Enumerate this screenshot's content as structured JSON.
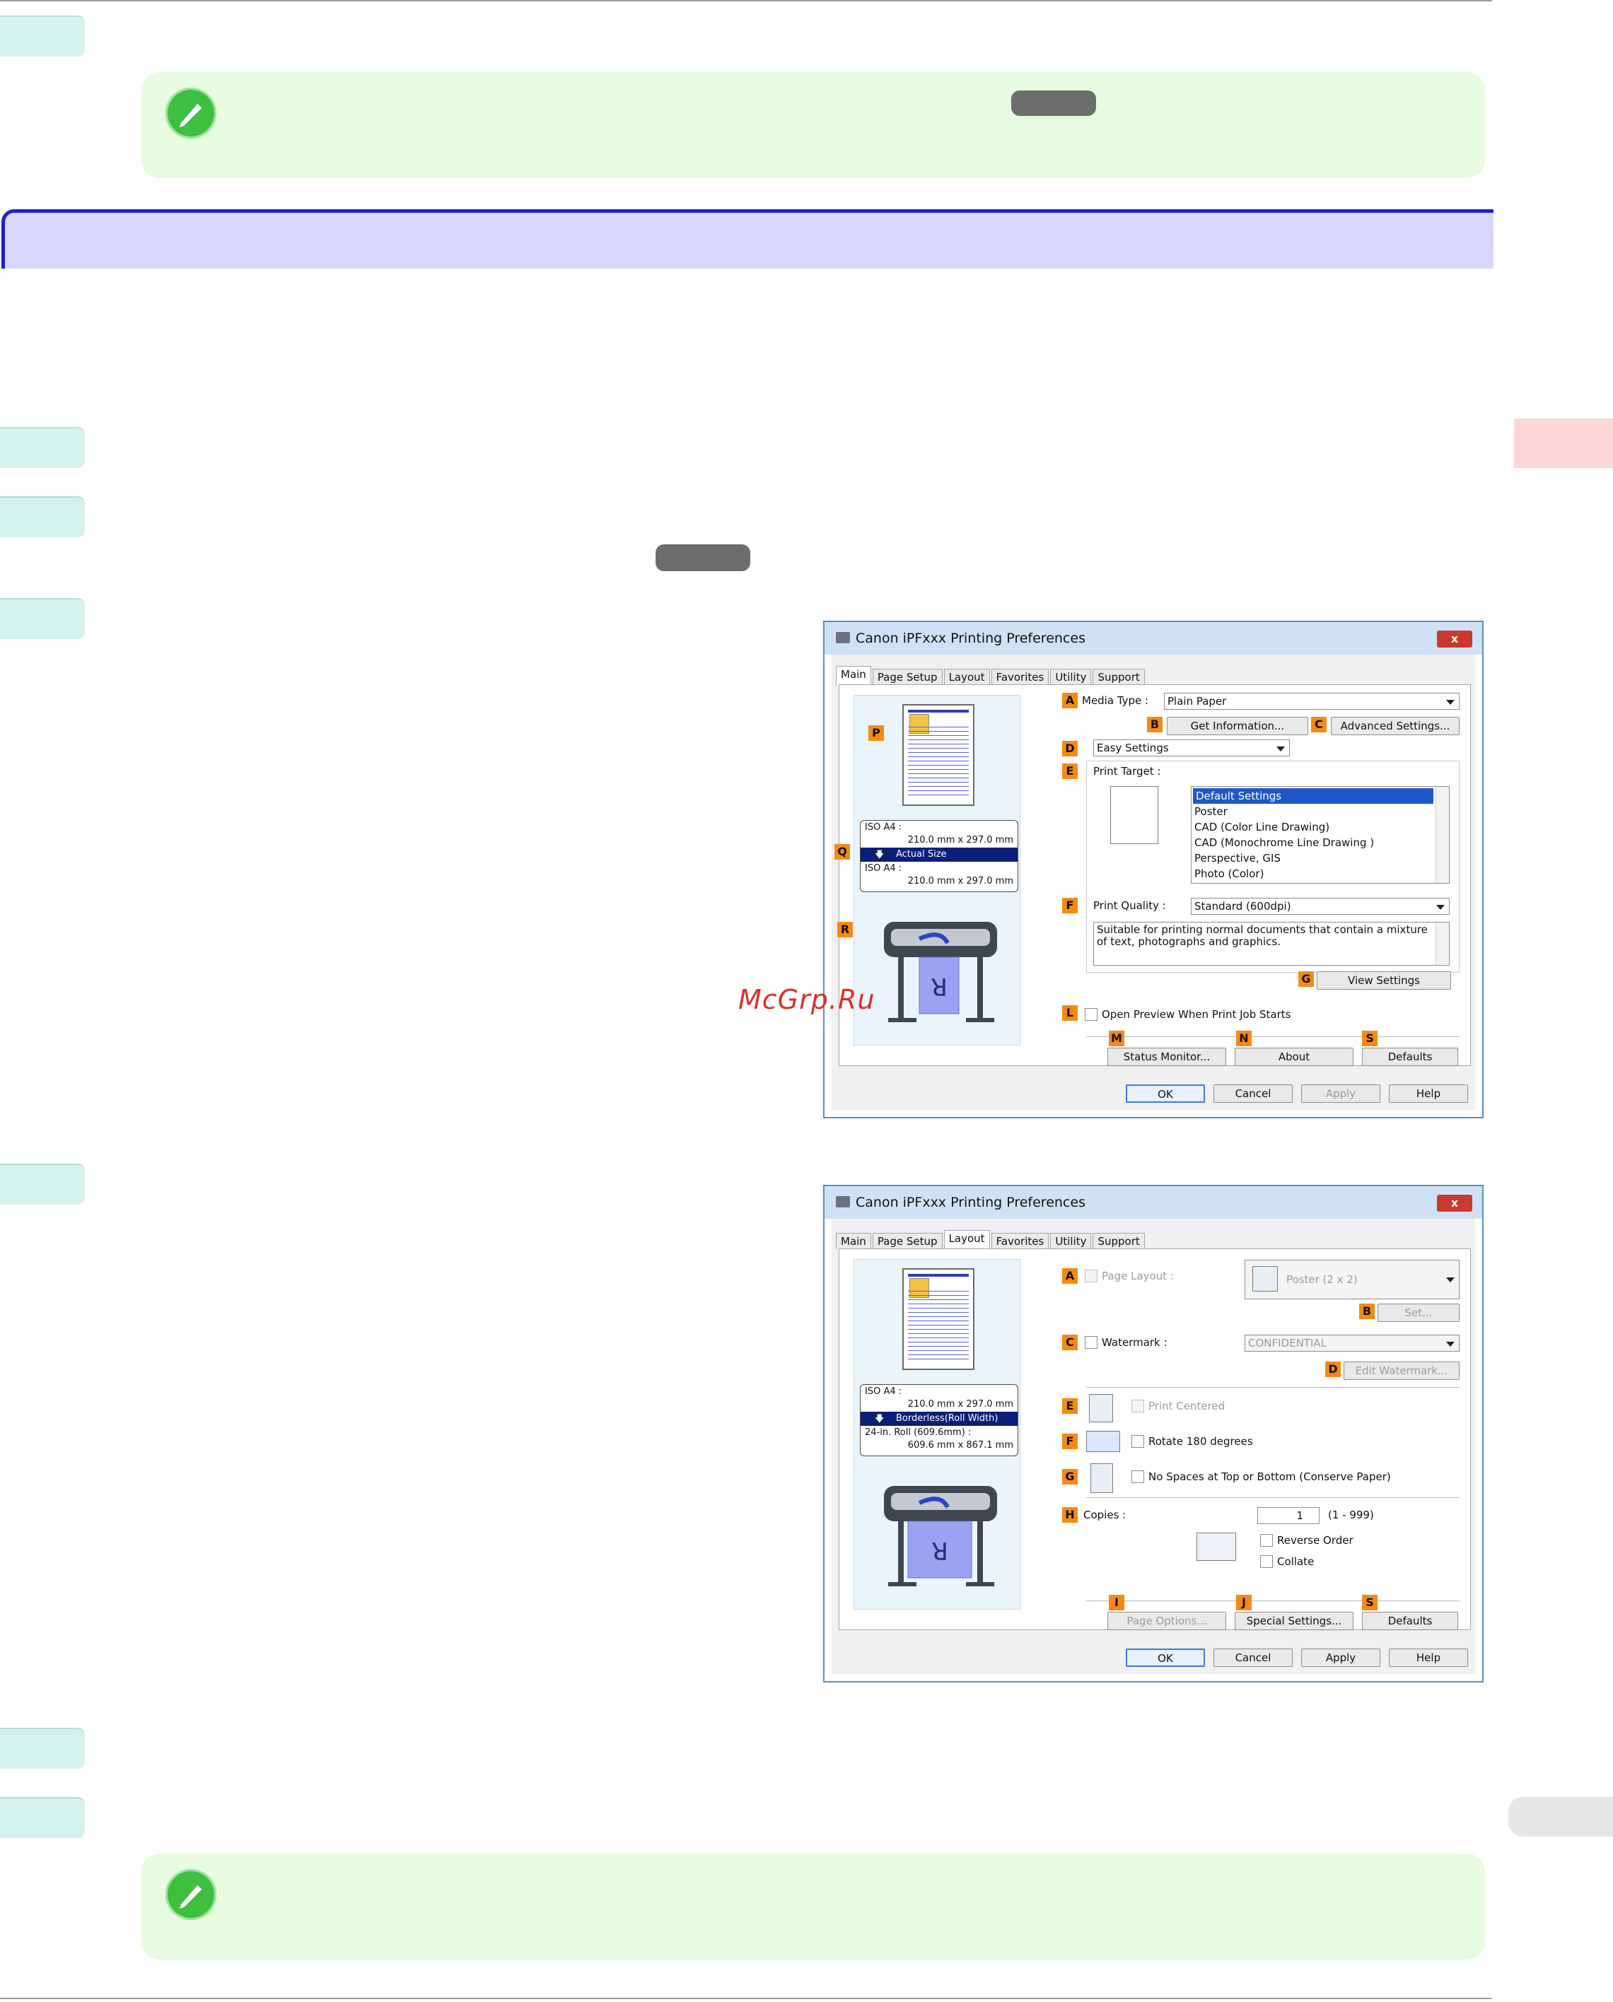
{
  "page": {
    "watermark": "McGrp.Ru"
  },
  "dialog_main": {
    "title": "Canon iPFxxx Printing Preferences",
    "close": "x",
    "tabs": [
      "Main",
      "Page Setup",
      "Layout",
      "Favorites",
      "Utility",
      "Support"
    ],
    "active_tab": "Main",
    "preview": {
      "label_p": "P",
      "label_q": "Q",
      "label_r": "R",
      "size_top_name": "ISO A4 :",
      "size_top_dims": "210.0 mm x 297.0 mm",
      "size_mode": "Actual Size",
      "size_bottom_name": "ISO A4 :",
      "size_bottom_dims": "210.0 mm x 297.0 mm",
      "sheet_letter": "R"
    },
    "labels": {
      "a": "A",
      "b": "B",
      "c": "C",
      "d": "D",
      "e": "E",
      "f": "F",
      "g": "G",
      "l": "L",
      "m": "M",
      "n": "N",
      "s": "S"
    },
    "media_type_label": "Media Type :",
    "media_type_value": "Plain Paper",
    "get_information": "Get Information...",
    "advanced_settings": "Advanced Settings...",
    "easy_settings": "Easy Settings",
    "print_target_label": "Print Target :",
    "print_targets": [
      "Default Settings",
      "Poster",
      "CAD (Color Line Drawing)",
      "CAD (Monochrome Line Drawing )",
      "Perspective, GIS",
      "Photo (Color)"
    ],
    "print_quality_label": "Print Quality :",
    "print_quality_value": "Standard (600dpi)",
    "quality_desc": "Suitable for printing normal documents that contain a mixture of text, photographs and graphics.",
    "view_settings": "View Settings",
    "open_preview": "Open Preview When Print Job Starts",
    "status_monitor": "Status Monitor...",
    "about": "About",
    "defaults": "Defaults",
    "ok": "OK",
    "cancel": "Cancel",
    "apply": "Apply",
    "help": "Help"
  },
  "dialog_layout": {
    "title": "Canon iPFxxx Printing Preferences",
    "close": "x",
    "tabs": [
      "Main",
      "Page Setup",
      "Layout",
      "Favorites",
      "Utility",
      "Support"
    ],
    "active_tab": "Layout",
    "preview": {
      "size_top_name": "ISO A4 :",
      "size_top_dims": "210.0 mm x 297.0 mm",
      "size_mode": "Borderless(Roll Width)",
      "size_bottom_name": "24-in. Roll (609.6mm) :",
      "size_bottom_dims": "609.6 mm x 867.1 mm",
      "sheet_letter": "R"
    },
    "labels": {
      "a": "A",
      "b": "B",
      "c": "C",
      "d": "D",
      "e": "E",
      "f": "F",
      "g": "G",
      "h": "H",
      "i": "I",
      "j": "J",
      "s": "S"
    },
    "page_layout_label": "Page Layout :",
    "page_layout_value": "Poster (2 x 2)",
    "set": "Set...",
    "watermark_label": "Watermark :",
    "watermark_value": "CONFIDENTIAL",
    "edit_watermark": "Edit Watermark...",
    "print_centered": "Print Centered",
    "rotate_180": "Rotate 180 degrees",
    "no_spaces": "No Spaces at Top or Bottom (Conserve Paper)",
    "copies_label": "Copies :",
    "copies_value": "1",
    "copies_range": "(1 - 999)",
    "reverse_order": "Reverse Order",
    "collate": "Collate",
    "page_options": "Page Options...",
    "special_settings": "Special Settings...",
    "defaults": "Defaults",
    "ok": "OK",
    "cancel": "Cancel",
    "apply": "Apply",
    "help": "Help"
  }
}
